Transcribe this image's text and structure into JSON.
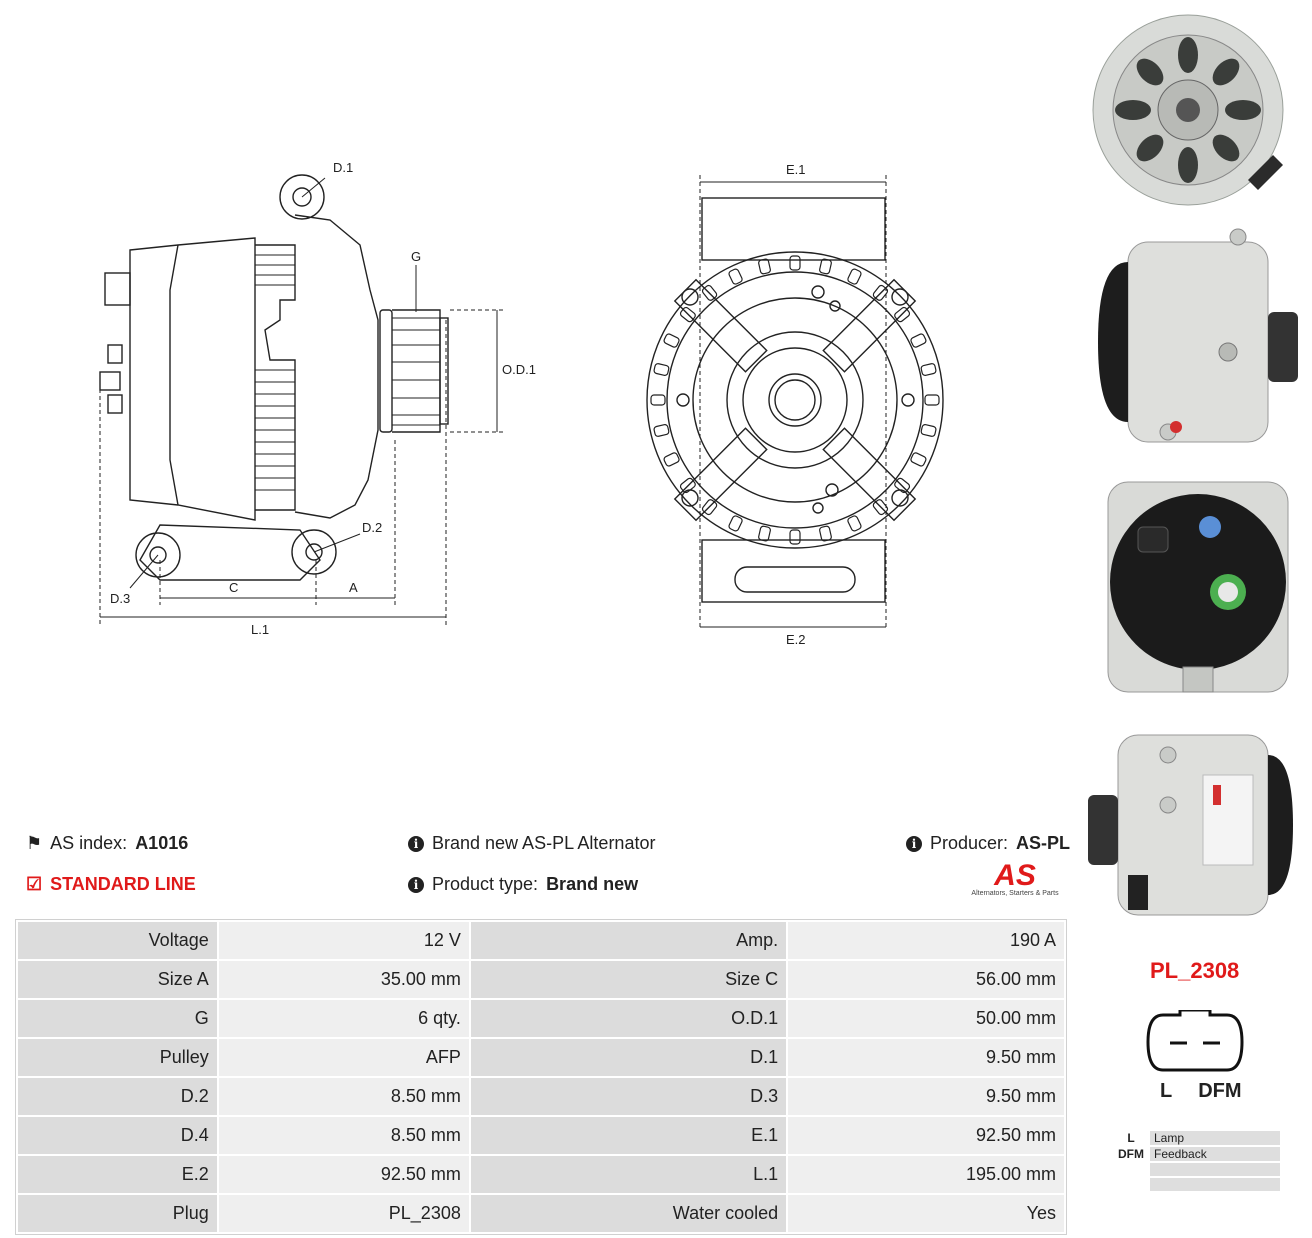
{
  "drawing": {
    "labels": {
      "d1": "D.1",
      "g": "G",
      "od1": "O.D.1",
      "d2": "D.2",
      "d3": "D.3",
      "c": "C",
      "a": "A",
      "l1": "L.1",
      "e1": "E.1",
      "e2": "E.2"
    }
  },
  "info": {
    "as_index_label": "AS index:",
    "as_index_value": "A1016",
    "standard_line": "STANDARD LINE",
    "brand_text": "Brand new AS-PL Alternator",
    "product_type_label": "Product type:",
    "product_type_value": "Brand new",
    "producer_label": "Producer:",
    "producer_value": "AS-PL"
  },
  "logo": {
    "mark": "AS",
    "tagline": "Alternators, Starters & Parts"
  },
  "specs": [
    {
      "k1": "Voltage",
      "v1": "12 V",
      "k2": "Amp.",
      "v2": "190 A"
    },
    {
      "k1": "Size A",
      "v1": "35.00 mm",
      "k2": "Size C",
      "v2": "56.00 mm"
    },
    {
      "k1": "G",
      "v1": "6 qty.",
      "k2": "O.D.1",
      "v2": "50.00 mm"
    },
    {
      "k1": "Pulley",
      "v1": "AFP",
      "k2": "D.1",
      "v2": "9.50 mm"
    },
    {
      "k1": "D.2",
      "v1": "8.50 mm",
      "k2": "D.3",
      "v2": "9.50 mm"
    },
    {
      "k1": "D.4",
      "v1": "8.50 mm",
      "k2": "E.1",
      "v2": "92.50 mm"
    },
    {
      "k1": "E.2",
      "v1": "92.50 mm",
      "k2": "L.1",
      "v2": "195.00 mm"
    },
    {
      "k1": "Plug",
      "v1": "PL_2308",
      "k2": "Water cooled",
      "v2": "Yes"
    }
  ],
  "plug": {
    "code": "PL_2308",
    "pin_l": "L",
    "pin_dfm": "DFM",
    "legend": [
      {
        "key": "L",
        "desc": "Lamp"
      },
      {
        "key": "DFM",
        "desc": "Feedback"
      },
      {
        "key": "",
        "desc": ""
      },
      {
        "key": "",
        "desc": ""
      }
    ]
  },
  "colors": {
    "accent": "#e01a1a",
    "table_key": "#dcdcdc",
    "table_value": "#efefef"
  }
}
